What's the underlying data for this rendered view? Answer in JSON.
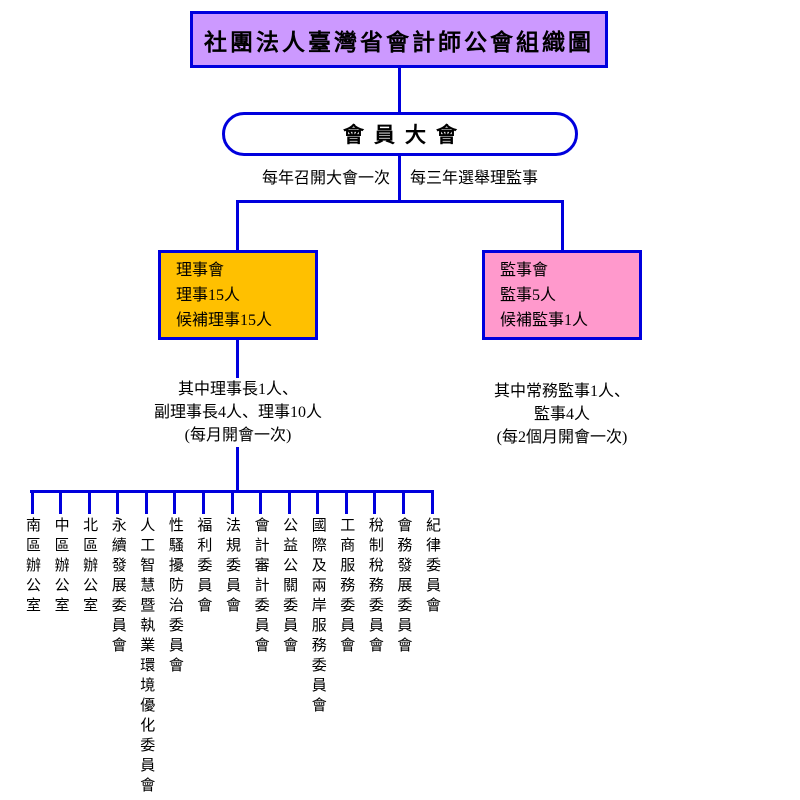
{
  "colors": {
    "line": "#0000dd",
    "title_fill": "#cc99ff",
    "board_fill": "#ffc000",
    "supervisor_fill": "#ff99cc"
  },
  "title": "社團法人臺灣省會計師公會組織圖",
  "assembly": "會員大會",
  "edge_notes": {
    "left": "每年召開大會一次",
    "right": "每三年選舉理監事"
  },
  "board": {
    "lines": [
      "理事會",
      "理事15人",
      "候補理事15人"
    ],
    "note": [
      "其中理事長1人、",
      "副理事長4人、理事10人",
      "(每月開會一次)"
    ]
  },
  "supervisors": {
    "lines": [
      "監事會",
      "監事5人",
      "候補監事1人"
    ],
    "note": [
      "其中常務監事1人、",
      "監事4人",
      "(每2個月開會一次)"
    ]
  },
  "committees": [
    "南區辦公室",
    "中區辦公室",
    "北區辦公室",
    "永續發展委員會",
    "人工智慧暨執業環境優化委員會",
    "性騷擾防治委員會",
    "福利委員會",
    "法規委員會",
    "會計審計委員會",
    "公益公關委員會",
    "國際及兩岸服務委員會",
    "工商服務委員會",
    "稅制稅務委員會",
    "會務發展委員會",
    "紀律委員會"
  ]
}
